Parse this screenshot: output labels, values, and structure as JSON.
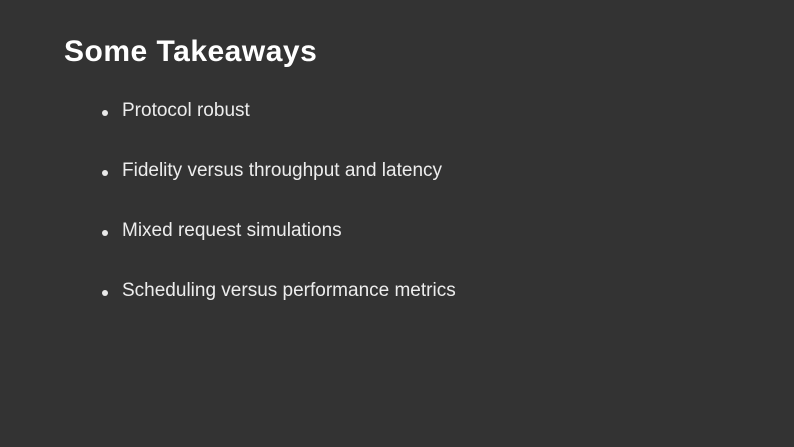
{
  "slide": {
    "title": "Some Takeaways",
    "bullets": [
      "Protocol robust",
      "Fidelity versus throughput and latency",
      "Mixed request simulations",
      "Scheduling versus performance metrics"
    ],
    "colors": {
      "background": "#333333",
      "text": "#ededed",
      "title": "#ffffff",
      "bullet": "#e8e8e8"
    }
  }
}
